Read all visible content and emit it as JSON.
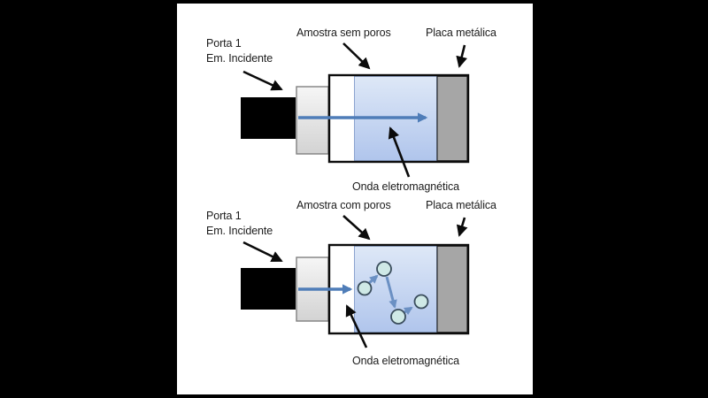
{
  "page": {
    "background": "#000000",
    "slide_background": "#ffffff"
  },
  "colors": {
    "text": "#1c1c1c",
    "pointer_arrow": "#0a0a0a",
    "beam_arrow": "#4f7db8",
    "scatter_arrow": "#6b90c3",
    "sample_fill_top": "#dee8f7",
    "sample_fill_bottom": "#b0c5ec",
    "sample_stroke": "#8ba3cf",
    "metal_plate_fill": "#a6a6a6",
    "box_stroke": "#0c0c0c",
    "flange_fill_top": "#f6f6f6",
    "flange_fill_bottom": "#d3d3d3",
    "flange_stroke": "#808080",
    "port_block_fill": "#000000",
    "pore_fill": "#cfe9e6",
    "pore_stroke": "#3a4d5c"
  },
  "diagrams": {
    "top": {
      "port_label_line1": "Porta 1",
      "port_label_line2": "Em. Incidente",
      "sample_label": "Amostra sem poros",
      "plate_label": "Placa metálica",
      "wave_label": "Onda eletromagnética"
    },
    "bottom": {
      "port_label_line1": "Porta 1",
      "port_label_line2": "Em. Incidente",
      "sample_label": "Amostra com poros",
      "plate_label": "Placa metálica",
      "wave_label": "Onda eletromagnética"
    }
  }
}
